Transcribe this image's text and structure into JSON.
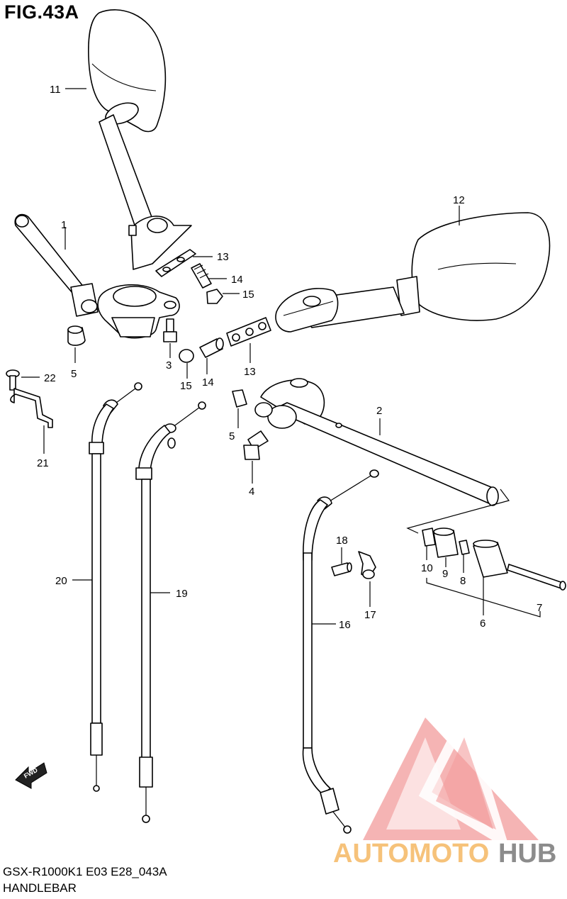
{
  "figure": {
    "title": "FIG.43A"
  },
  "footer": {
    "model_code": "GSX-R1000K1 E03 E28_043A",
    "name": "HANDLEBAR"
  },
  "direction_marker": {
    "label": "FWD"
  },
  "watermark": {
    "part1": "AUTOMOTO",
    "part2": "HUB",
    "colors": {
      "triangle": "#f08a8a",
      "text1": "#f6c27a",
      "text2": "#8c8c8c"
    }
  },
  "callouts": {
    "c1": "1",
    "c2": "2",
    "c3": "3",
    "c4": "4",
    "c5a": "5",
    "c5b": "5",
    "c6": "6",
    "c7": "7",
    "c8": "8",
    "c9": "9",
    "c10": "10",
    "c11": "11",
    "c12": "12",
    "c13a": "13",
    "c13b": "13",
    "c14a": "14",
    "c14b": "14",
    "c15a": "15",
    "c15b": "15",
    "c16": "16",
    "c17": "17",
    "c18": "18",
    "c19": "19",
    "c20": "20",
    "c21": "21",
    "c22": "22"
  }
}
